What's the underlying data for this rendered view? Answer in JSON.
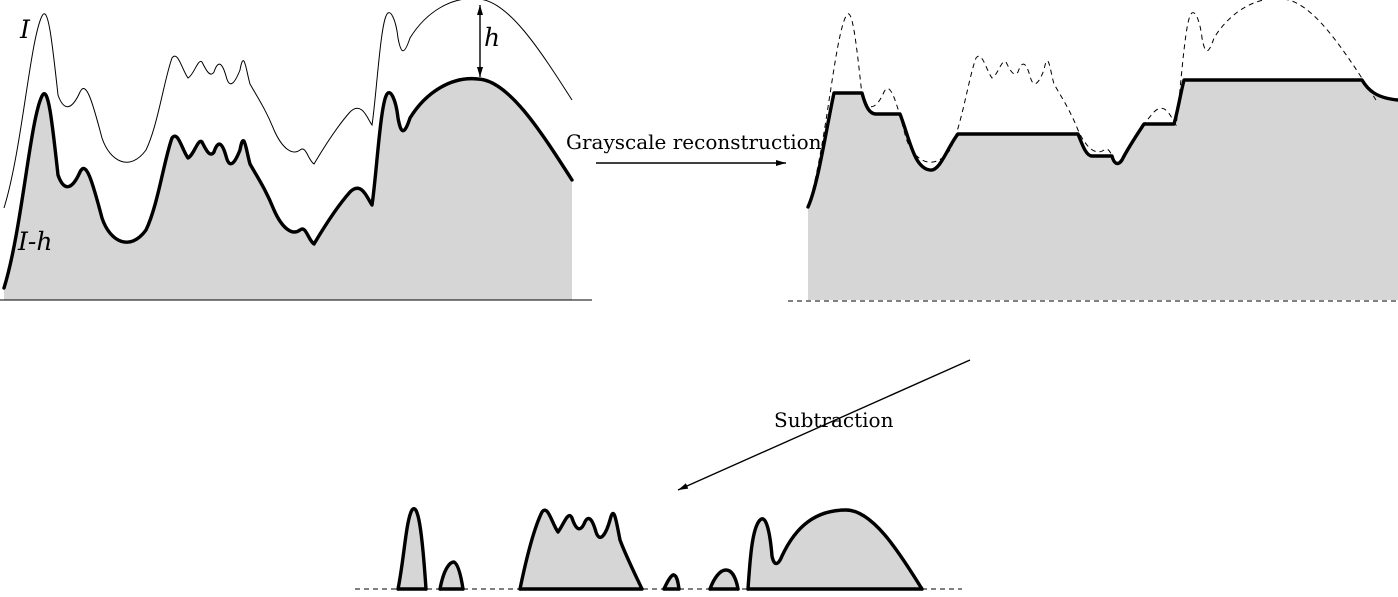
{
  "labels": {
    "original_signal": "I",
    "shifted_signal": "I-h",
    "offset": "h",
    "step_reconstruction": "Grayscale reconstruction",
    "step_subtraction": "Subtraction"
  }
}
